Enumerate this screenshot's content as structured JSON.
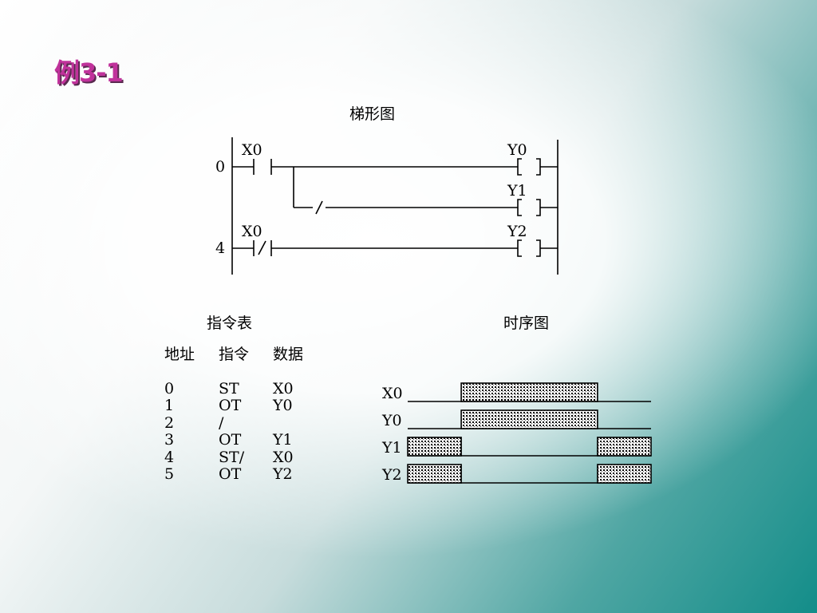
{
  "title": "例3-1",
  "ladder": {
    "heading": "梯形图",
    "step_numbers": [
      "0",
      "4"
    ],
    "contacts": [
      "X0",
      "X0"
    ],
    "coils": [
      "Y0",
      "Y1",
      "Y2"
    ]
  },
  "instruction_table": {
    "heading": "指令表",
    "columns": [
      "地址",
      "指令",
      "数据"
    ],
    "rows": [
      [
        "0",
        "ST",
        "X0"
      ],
      [
        "1",
        "OT",
        "Y0"
      ],
      [
        "2",
        "/",
        ""
      ],
      [
        "3",
        "OT",
        "Y1"
      ],
      [
        "4",
        "ST/",
        "X0"
      ],
      [
        "5",
        "OT",
        "Y2"
      ]
    ]
  },
  "timing": {
    "heading": "时序图",
    "signals": [
      {
        "name": "X0",
        "high": [
          [
            0.22,
            0.78
          ]
        ]
      },
      {
        "name": "Y0",
        "high": [
          [
            0.22,
            0.78
          ]
        ]
      },
      {
        "name": "Y1",
        "high": [
          [
            0.0,
            0.22
          ],
          [
            0.78,
            1.0
          ]
        ]
      },
      {
        "name": "Y2",
        "high": [
          [
            0.0,
            0.22
          ],
          [
            0.78,
            1.0
          ]
        ]
      }
    ]
  }
}
